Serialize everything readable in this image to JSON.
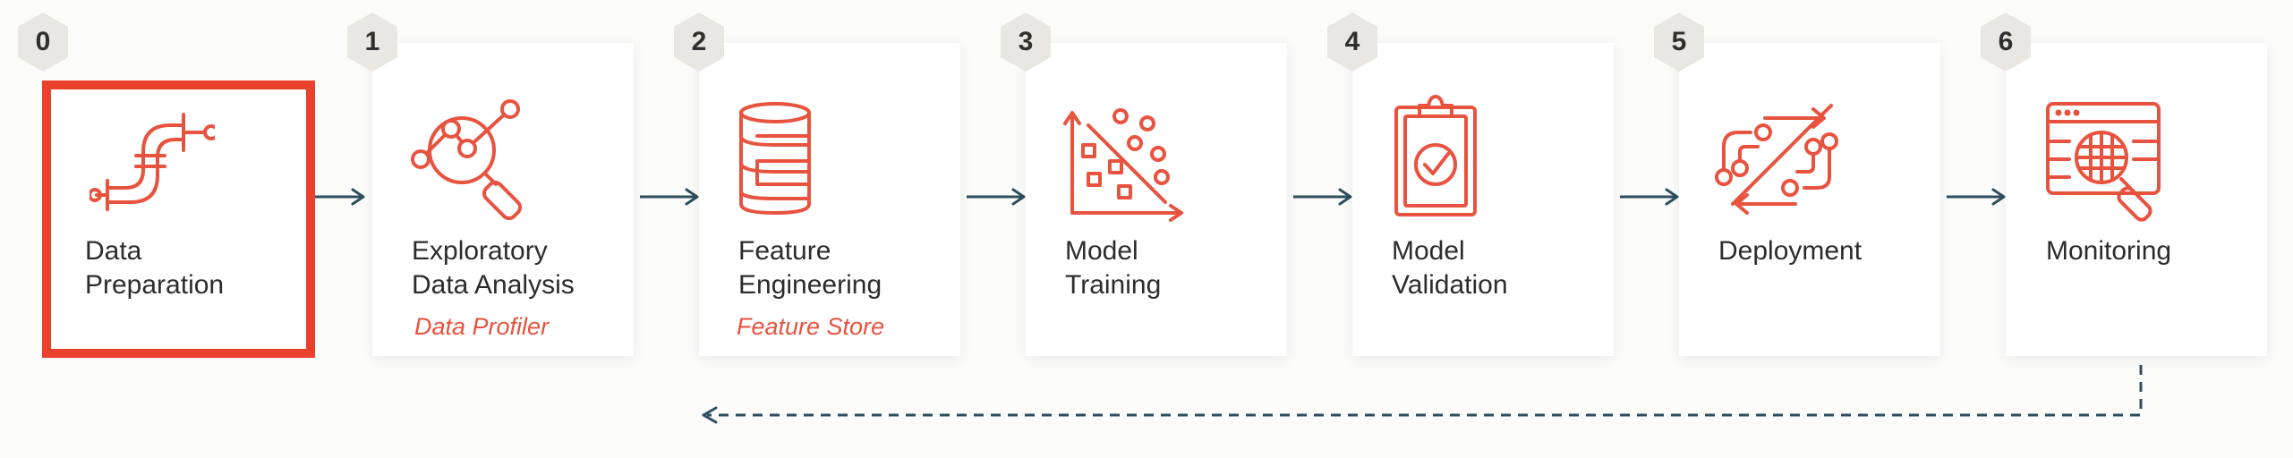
{
  "colors": {
    "accent": "#e8533f",
    "highlight_border": "#e8412e",
    "connector": "#2e4e5e",
    "badge_fill": "#e9e7e1"
  },
  "steps": [
    {
      "number": "0",
      "title_line1": "Data",
      "title_line2": "Preparation",
      "tool": "",
      "icon": "pipe-icon",
      "highlighted": true
    },
    {
      "number": "1",
      "title_line1": "Exploratory",
      "title_line2": "Data Analysis",
      "tool": "Data Profiler",
      "icon": "magnifier-graph-icon",
      "highlighted": false
    },
    {
      "number": "2",
      "title_line1": "Feature",
      "title_line2": "Engineering",
      "tool": "Feature Store",
      "icon": "database-icon",
      "highlighted": false
    },
    {
      "number": "3",
      "title_line1": "Model",
      "title_line2": "Training",
      "tool": "",
      "icon": "scatter-plot-icon",
      "highlighted": false
    },
    {
      "number": "4",
      "title_line1": "Model",
      "title_line2": "Validation",
      "tool": "",
      "icon": "clipboard-check-icon",
      "highlighted": false
    },
    {
      "number": "5",
      "title_line1": "Deployment",
      "title_line2": "",
      "tool": "",
      "icon": "circuit-arrows-icon",
      "highlighted": false
    },
    {
      "number": "6",
      "title_line1": "Monitoring",
      "title_line2": "",
      "tool": "",
      "icon": "browser-search-icon",
      "highlighted": false
    }
  ]
}
